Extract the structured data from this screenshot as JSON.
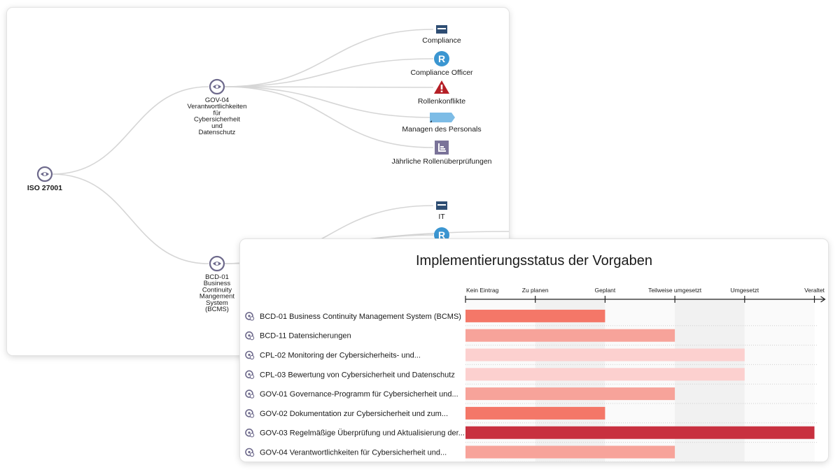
{
  "tree": {
    "root": {
      "label": "ISO 27001",
      "icon": "eye-icon"
    },
    "branches": [
      {
        "label_lines": [
          "GOV-04",
          "Verantwortlichkeiten",
          "für",
          "Cybersicherheit",
          "und",
          "Datenschutz"
        ],
        "icon": "eye-icon",
        "children": [
          {
            "label": "Compliance",
            "icon": "department-icon"
          },
          {
            "label": "Compliance Officer",
            "icon": "role-icon"
          },
          {
            "label": "Rollenkonflikte",
            "icon": "warning-icon"
          },
          {
            "label": "Managen des Personals",
            "icon": "process-icon"
          },
          {
            "label": "Jährliche Rollenüberprüfungen",
            "icon": "report-icon"
          }
        ]
      },
      {
        "label_lines": [
          "BCD-01",
          "Business",
          "Continuity",
          "Mangement",
          "System",
          "(BCMS)"
        ],
        "icon": "eye-icon",
        "children": [
          {
            "label": "IT",
            "icon": "department-icon"
          },
          {
            "label": "",
            "icon": "role-icon"
          }
        ]
      }
    ],
    "role_glyph": "R",
    "colors": {
      "link": "#d6d6d6",
      "node_ring": "#6e6a8c",
      "department": "#2e4d73",
      "role": "#3b96d1",
      "warning": "#b51f26",
      "process": "#7dbce6",
      "report": "#7a7399"
    }
  },
  "chart": {
    "title": "Implementierungsstatus der Vorgaben",
    "status_levels": [
      "Kein Eintrag",
      "Zu planen",
      "Geplant",
      "Teilweise umgesetzt",
      "Umgesetzt",
      "Veraltet"
    ],
    "rows": [
      {
        "label": "BCD-01 Business Continuity Management System (BCMS)",
        "level": 2,
        "color": "#f47768"
      },
      {
        "label": "BCD-11 Datensicherungen",
        "level": 3,
        "color": "#f7a39a"
      },
      {
        "label": "CPL-02 Monitoring der Cybersicherheits- und...",
        "level": 4,
        "color": "#fcd0cf"
      },
      {
        "label": "CPL-03 Bewertung von Cybersicherheit und Datenschutz",
        "level": 4,
        "color": "#fcd0cf"
      },
      {
        "label": "GOV-01 Governance-Programm für Cybersicherheit und...",
        "level": 3,
        "color": "#f7a39a"
      },
      {
        "label": "GOV-02 Dokumentation zur Cybersicherheit und zum...",
        "level": 2,
        "color": "#f47768"
      },
      {
        "label": "GOV-03 Regelmäßige Überprüfung und Aktualisierung der...",
        "level": 5,
        "color": "#c8303f"
      },
      {
        "label": "GOV-04 Verantwortlichkeiten für Cybersicherheit und...",
        "level": 3,
        "color": "#f7a39a"
      }
    ],
    "row_icon": "control-gear-icon",
    "band_colors": [
      "#fafafa",
      "#f1f1f1"
    ]
  }
}
